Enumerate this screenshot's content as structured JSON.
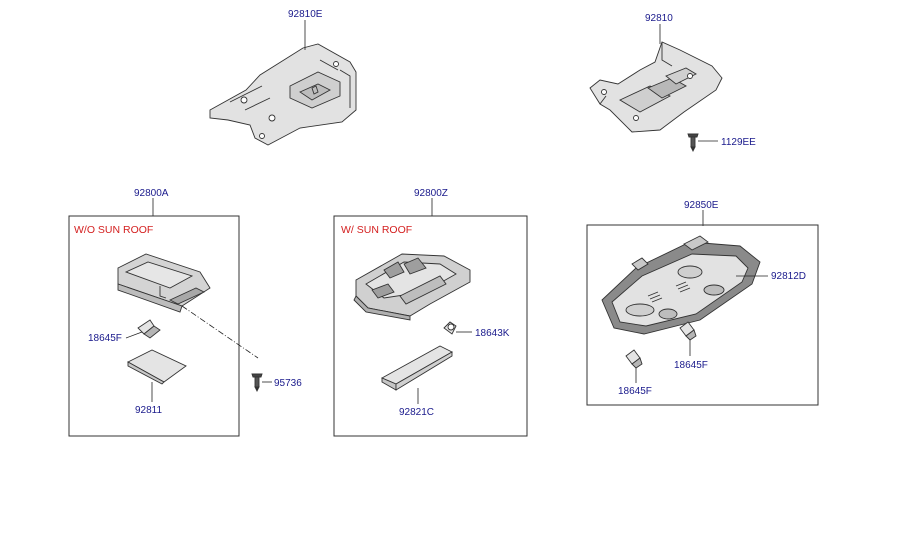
{
  "parts": {
    "p92810E": "92810E",
    "p92810": "92810",
    "p1129EE": "1129EE",
    "p92800A": "92800A",
    "p92800Z": "92800Z",
    "p92850E": "92850E",
    "p18645F_a": "18645F",
    "p92811": "92811",
    "p95736": "95736",
    "p18643K": "18643K",
    "p92821C": "92821C",
    "p92812D": "92812D",
    "p18645F_b": "18645F",
    "p18645F_c": "18645F"
  },
  "captions": {
    "wo_sunroof": "W/O  SUN ROOF",
    "w_sunroof": "W/ SUN ROOF"
  },
  "colors": {
    "label": "#1a1a8c",
    "caption": "#d42020",
    "part_fill": "#d8d8d8",
    "part_dark": "#a8a8a8"
  }
}
